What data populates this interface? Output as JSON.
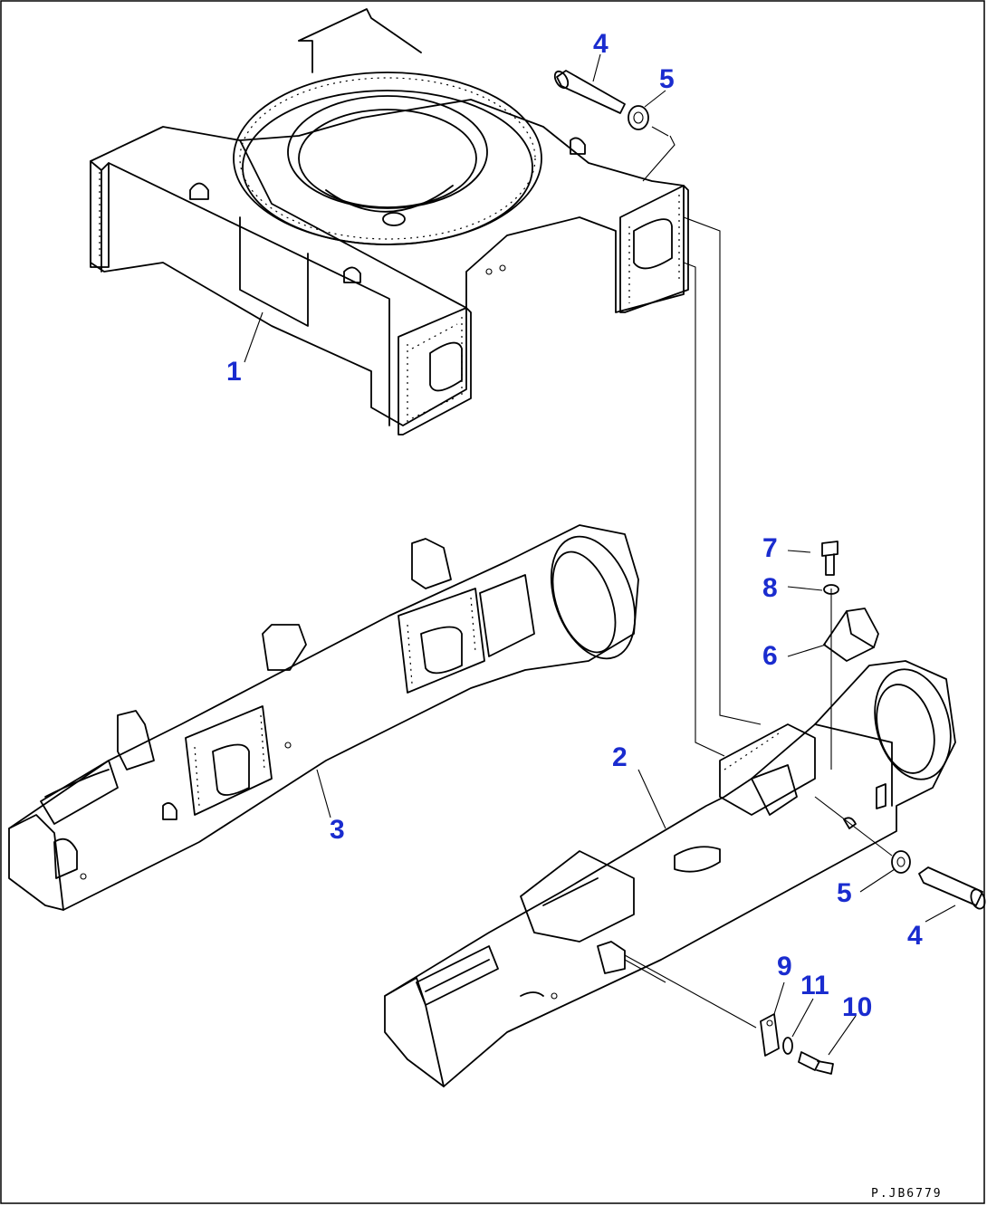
{
  "callouts": [
    {
      "id": "c1",
      "label": "1",
      "part": "revolving-frame"
    },
    {
      "id": "c2",
      "label": "2",
      "part": "track-frame-right"
    },
    {
      "id": "c3",
      "label": "3",
      "part": "track-frame-left"
    },
    {
      "id": "c4a",
      "label": "4",
      "part": "pin-upper"
    },
    {
      "id": "c4b",
      "label": "4",
      "part": "pin-lower"
    },
    {
      "id": "c5a",
      "label": "5",
      "part": "washer-upper"
    },
    {
      "id": "c5b",
      "label": "5",
      "part": "washer-lower"
    },
    {
      "id": "c6",
      "label": "6",
      "part": "guard-bracket"
    },
    {
      "id": "c7",
      "label": "7",
      "part": "bolt-upper"
    },
    {
      "id": "c8",
      "label": "8",
      "part": "washer-small"
    },
    {
      "id": "c9",
      "label": "9",
      "part": "plate"
    },
    {
      "id": "c10",
      "label": "10",
      "part": "bolt-lower"
    },
    {
      "id": "c11",
      "label": "11",
      "part": "lock-washer"
    }
  ],
  "drawing_code": "P.JB6779",
  "colors": {
    "callout": "#1a2ccf",
    "line": "#000000",
    "background": "#ffffff"
  }
}
